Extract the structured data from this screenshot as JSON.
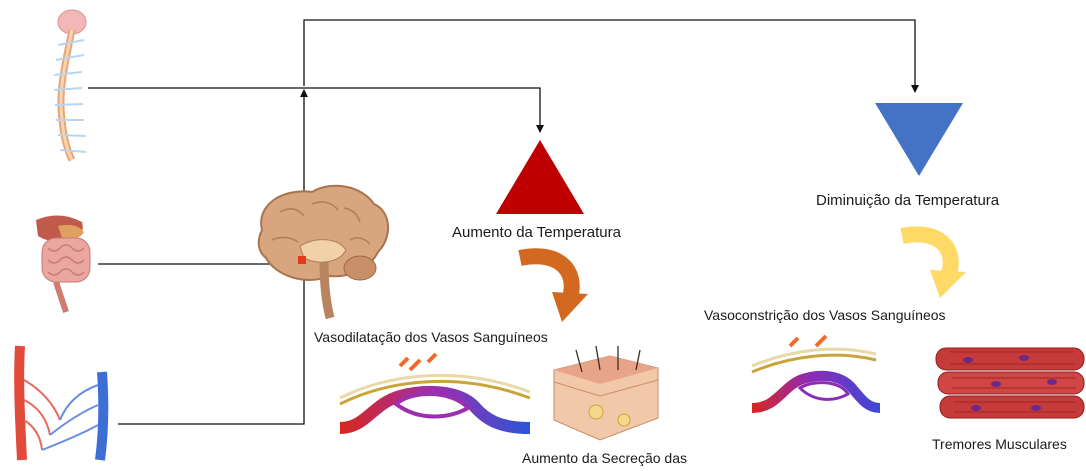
{
  "labels": {
    "temp_increase": "Aumento da Temperatura",
    "temp_decrease": "Diminuição da Temperatura",
    "vasodilation": "Vasodilatação dos Vasos Sanguíneos",
    "vasoconstriction": "Vasoconstrição dos Vasos Sanguíneos",
    "sweat_increase": "Aumento da Secreção das",
    "muscle_tremors": "Tremores Musculares"
  },
  "colors": {
    "increase_triangle": "#c00000",
    "decrease_triangle": "#4472c4",
    "increase_arrow": "#d2691e",
    "decrease_arrow": "#ffd966",
    "connector": "#111111"
  },
  "icons": {
    "spine": "spinal-cord-icon",
    "organs": "digestive-organs-icon",
    "vessels": "blood-vessels-icon",
    "brain": "brain-hypothalamus-icon",
    "skin": "skin-section-icon",
    "muscle": "muscle-fibers-icon"
  }
}
